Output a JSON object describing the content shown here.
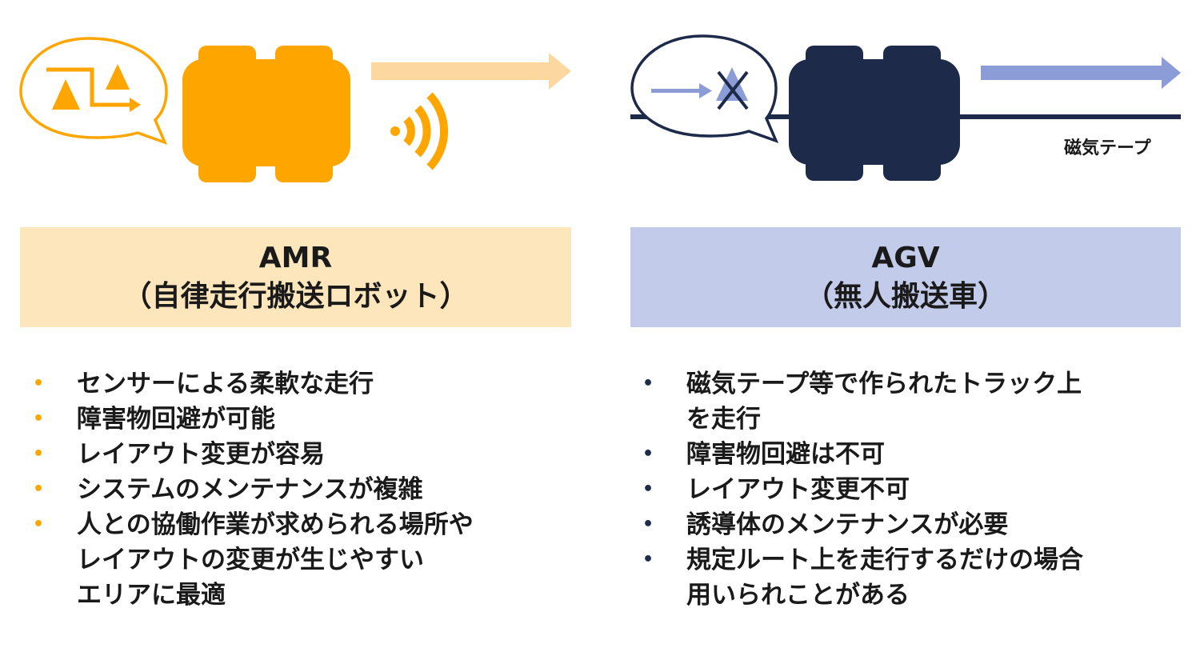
{
  "colors": {
    "amr_accent": "#FFA500",
    "amr_light": "#FCD8A0",
    "amr_label_bg": "#FDE6BC",
    "agv_accent": "#1D2A4A",
    "agv_light": "#8C9CD7",
    "agv_label_bg": "#C3CBEA"
  },
  "icons": [
    "speech-bubble-icon",
    "triangle-obstacle-icon",
    "route-arrow-icon",
    "robot-vehicle-icon",
    "wireless-signal-icon",
    "direction-arrow-icon",
    "blocked-x-icon",
    "magnetic-tape-line"
  ],
  "amr": {
    "title": "AMR",
    "subtitle": "（自律走行搬送ロボット）",
    "features": [
      "センサーによる柔軟な走行",
      "障害物回避が可能",
      "レイアウト変更が容易",
      "システムのメンテナンスが複雑",
      "人との協働作業が求められる場所や\nレイアウトの変更が生じやすい\nエリアに最適"
    ]
  },
  "agv": {
    "title": "AGV",
    "subtitle": "（無人搬送車）",
    "tape_label": "磁気テープ",
    "features": [
      "磁気テープ等で作られたトラック上\nを走行",
      "障害物回避は不可",
      "レイアウト変更不可",
      "誘導体のメンテナンスが必要",
      "規定ルート上を走行するだけの場合\n用いられことがある"
    ]
  }
}
